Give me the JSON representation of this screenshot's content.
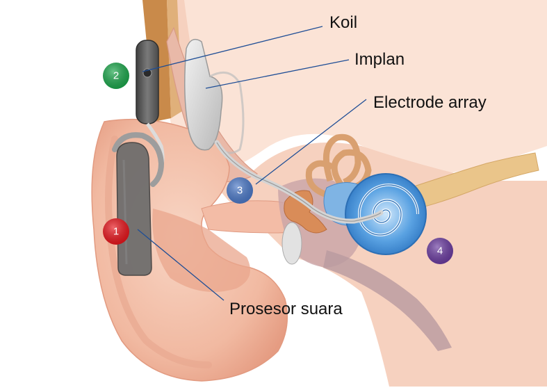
{
  "labels": {
    "coil": "Koil",
    "implant": "Implan",
    "electrode": "Electrode array",
    "processor": "Prosesor suara"
  },
  "badges": [
    {
      "number": "1",
      "color": "#e8131a"
    },
    {
      "number": "2",
      "color": "#1aa64a"
    },
    {
      "number": "3",
      "color": "#4a78c8"
    },
    {
      "number": "4",
      "color": "#6a3aa0"
    }
  ],
  "colors": {
    "skin": "#f4c3ae",
    "skin_dark": "#e7a58e",
    "canal": "#f6d6c4",
    "bone": "#d89a6a",
    "cochlea": "#3f8fd8",
    "cochlea_light": "#a8d2f5",
    "nerve": "#e8c27a",
    "device": "#5c5c5c",
    "implant": "#d9d9d9",
    "leader_line": "#1f4e96"
  }
}
